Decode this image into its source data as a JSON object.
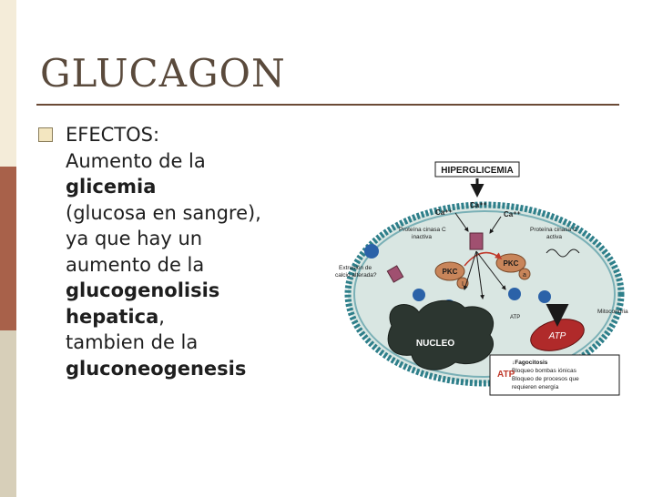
{
  "slide": {
    "title": "GLUCAGON",
    "bullet": {
      "line1": "EFECTOS:",
      "line2": "Aumento de la",
      "line3": "glicemia",
      "line4": "(glucosa en sangre),",
      "line5": "ya que hay un",
      "line6": "aumento de la",
      "line7": "glucogenolisis",
      "line8_bold": "hepatica",
      "line8_rest": ",",
      "line9": "tambien de la",
      "line10": "gluconeogenesis"
    }
  },
  "diagram": {
    "hyper_label": "HIPERGLICEMIA",
    "ca_top1": "Ca⁺⁺",
    "ca_top2": "Ca⁺⁺",
    "ca_top3": "Ca⁺⁺",
    "pkc_inactive_label1": "Proteína cinasa C",
    "pkc_inactive_label2": "inactiva",
    "pkc_active_label1": "Proteína cinasa C",
    "pkc_active_label2": "activa",
    "extrusion_label1": "Extrusión de",
    "extrusion_label2": "calcio alterada?",
    "pkc_i": "PKC",
    "pkc_i_tag": "I",
    "pkc_a": "PKC",
    "pkc_a_tag": "a",
    "nucleo": "NUCLEO",
    "mito_label": "Mitocondria",
    "atp_small": "ATP",
    "atp_big": "ATP",
    "effects": {
      "e1": "↓Fagocitosis",
      "e2": "Bloqueo bombas iónicas",
      "e3": "Bloqueo de procesos que",
      "e4": "requieren energía"
    },
    "atp_down": "ATP",
    "colors": {
      "membrane": "#2e7f8a",
      "pkc": "#c8855a",
      "nucleus": "#2c3630",
      "ca": "#2b62a8",
      "cytoplasm": "#d9e6e2"
    }
  }
}
